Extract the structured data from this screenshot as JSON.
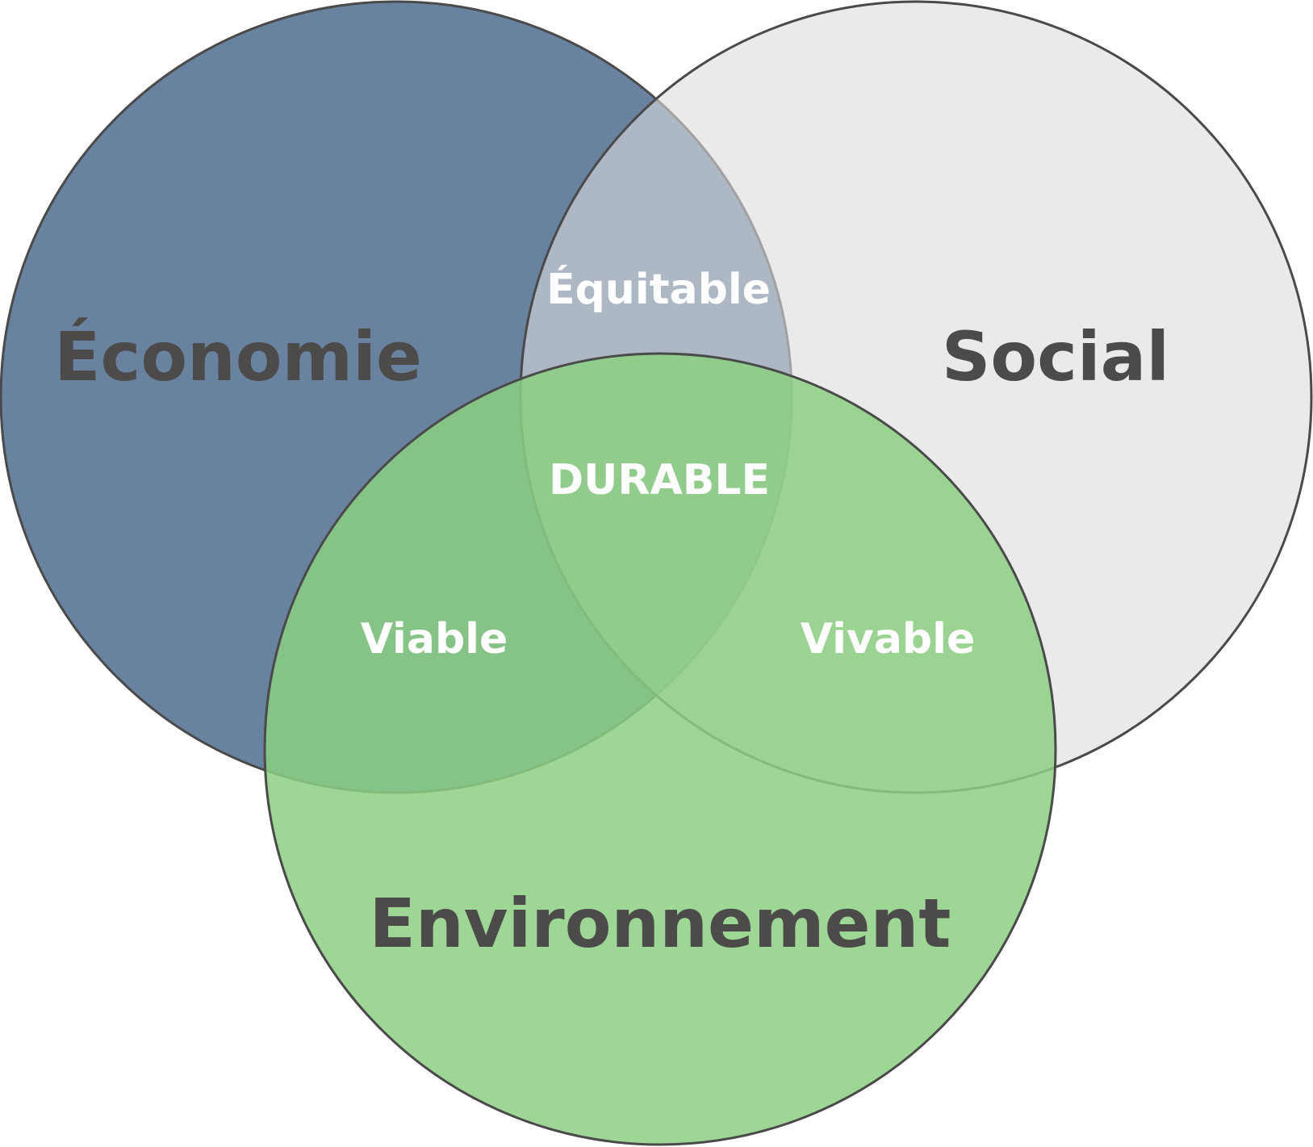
{
  "diagram": {
    "sets": [
      {
        "id": "economie",
        "label": "Économie",
        "fill": "#6882a0"
      },
      {
        "id": "social",
        "label": "Social",
        "fill": "#dcdcdc"
      },
      {
        "id": "environnement",
        "label": "Environnement",
        "fill": "#8ccf83"
      }
    ],
    "intersections": [
      {
        "id": "equitable",
        "sets": [
          "economie",
          "social"
        ],
        "label": "Équitable"
      },
      {
        "id": "viable",
        "sets": [
          "economie",
          "environnement"
        ],
        "label": "Viable"
      },
      {
        "id": "vivable",
        "sets": [
          "social",
          "environnement"
        ],
        "label": "Vivable"
      },
      {
        "id": "durable",
        "sets": [
          "economie",
          "social",
          "environnement"
        ],
        "label": "DURABLE"
      }
    ],
    "colors": {
      "outline": "#4a4a4a",
      "set_text": "#4d4a4a",
      "intersection_text": "#ffffff"
    }
  }
}
